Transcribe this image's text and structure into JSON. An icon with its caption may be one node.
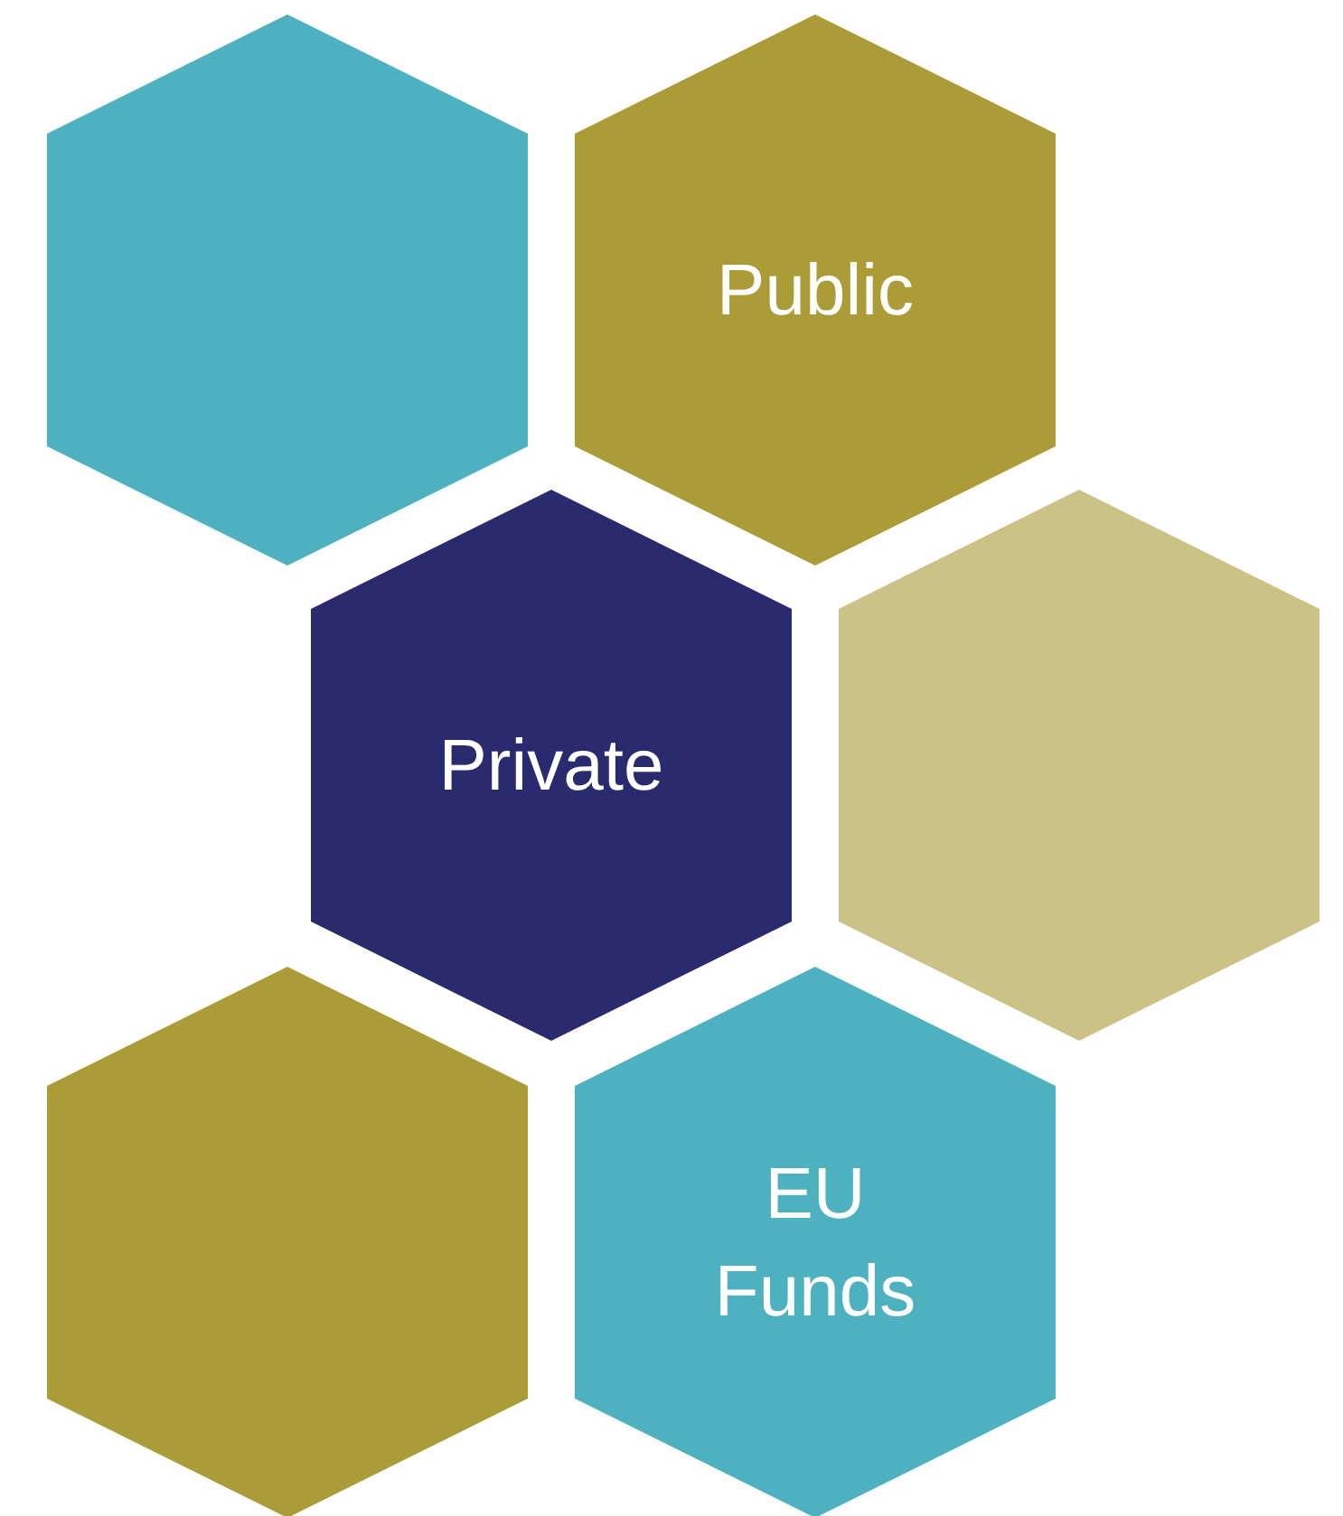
{
  "diagram": {
    "nodes": [
      {
        "text": [],
        "shape": "hexagon"
      },
      {
        "text": [
          "Public"
        ]
      },
      {
        "text": [
          "Private"
        ]
      },
      {
        "text": [],
        "shape": "hexagon"
      },
      {
        "text": [],
        "shape": "hexagon"
      },
      {
        "text": [
          "EU Funds"
        ]
      }
    ]
  }
}
